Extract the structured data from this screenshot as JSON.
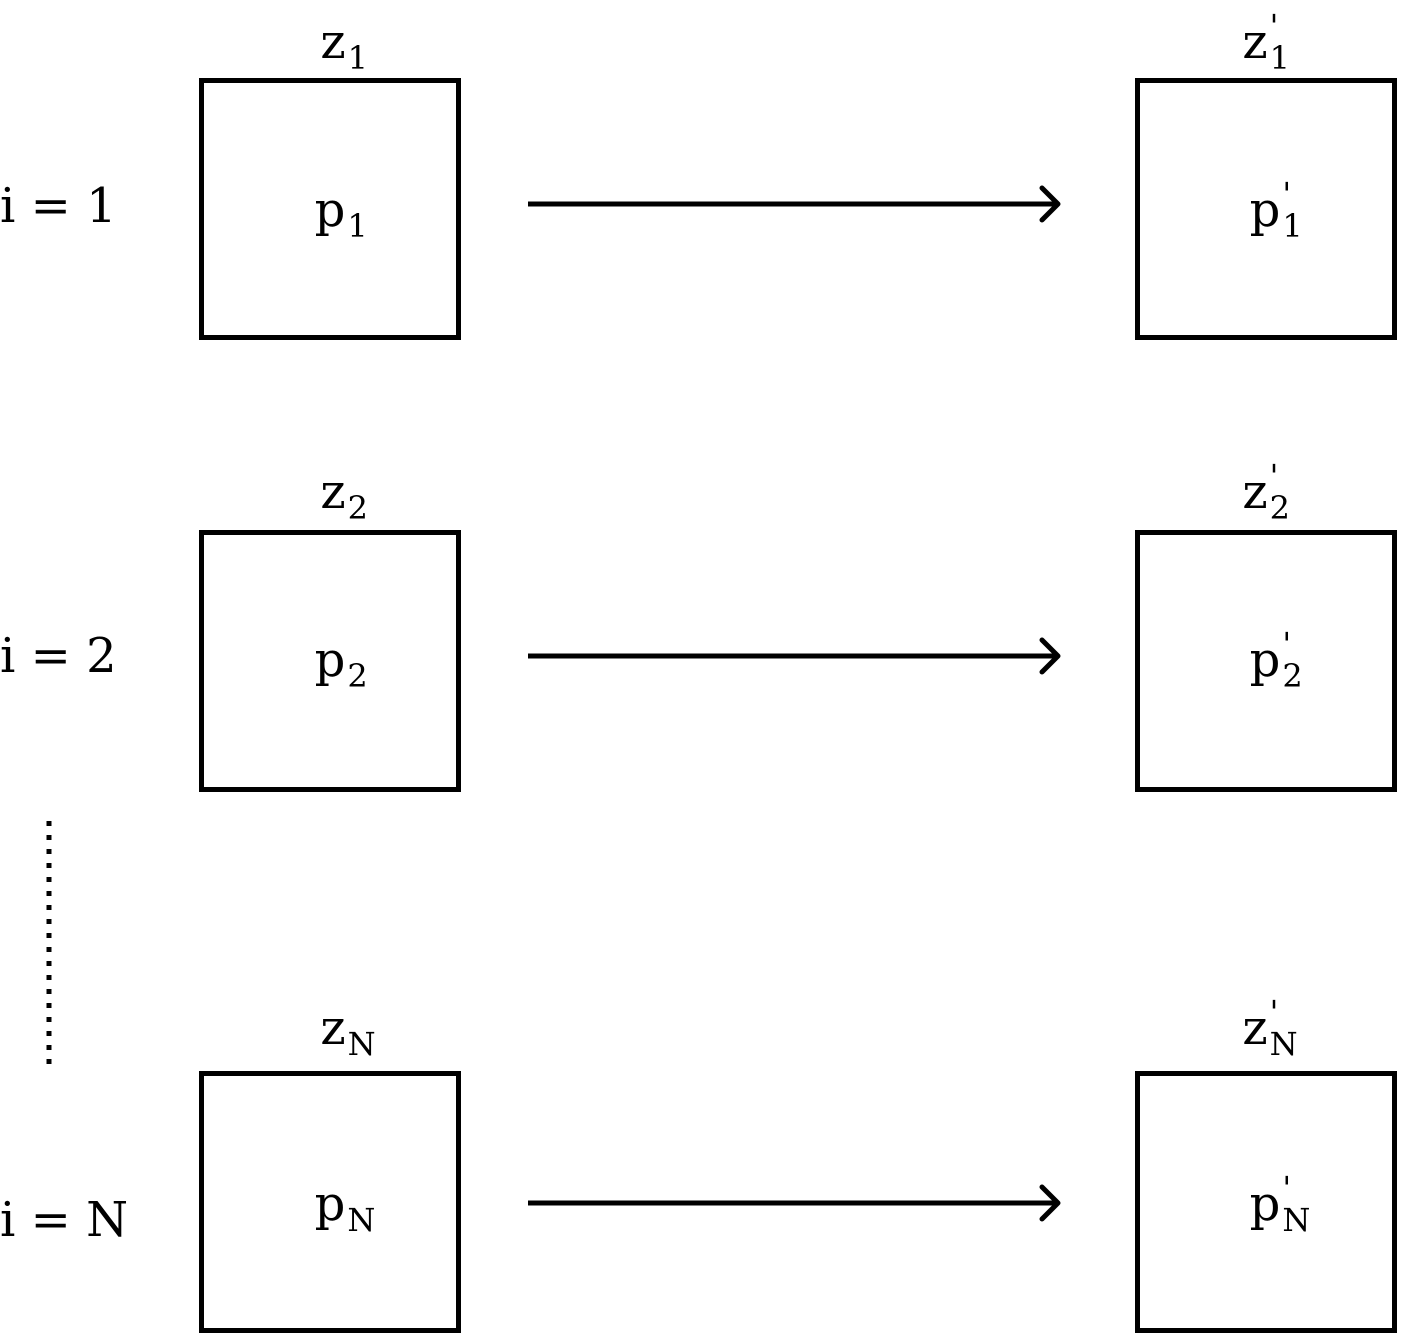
{
  "diagram": {
    "rows": [
      {
        "index_label": "i = 1",
        "z": "z",
        "z_sub": "1",
        "p": "p",
        "p_sub": "1",
        "z_prime": "z",
        "z_prime_sup": "'",
        "z_prime_sub": "1",
        "p_prime": "p",
        "p_prime_sup": "'",
        "p_prime_sub": "1"
      },
      {
        "index_label": "i = 2",
        "z": "z",
        "z_sub": "2",
        "p": "p",
        "p_sub": "2",
        "z_prime": "z",
        "z_prime_sup": "'",
        "z_prime_sub": "2",
        "p_prime": "p",
        "p_prime_sup": "'",
        "p_prime_sub": "2"
      },
      {
        "index_label": "i = N",
        "z": "z",
        "z_sub": "N",
        "p": "p",
        "p_sub": "N",
        "z_prime": "z",
        "z_prime_sup": "'",
        "z_prime_sub": "N",
        "p_prime": "p",
        "p_prime_sup": "'",
        "p_prime_sub": "N"
      }
    ],
    "ellipsis": "vertical-dotted-line"
  }
}
